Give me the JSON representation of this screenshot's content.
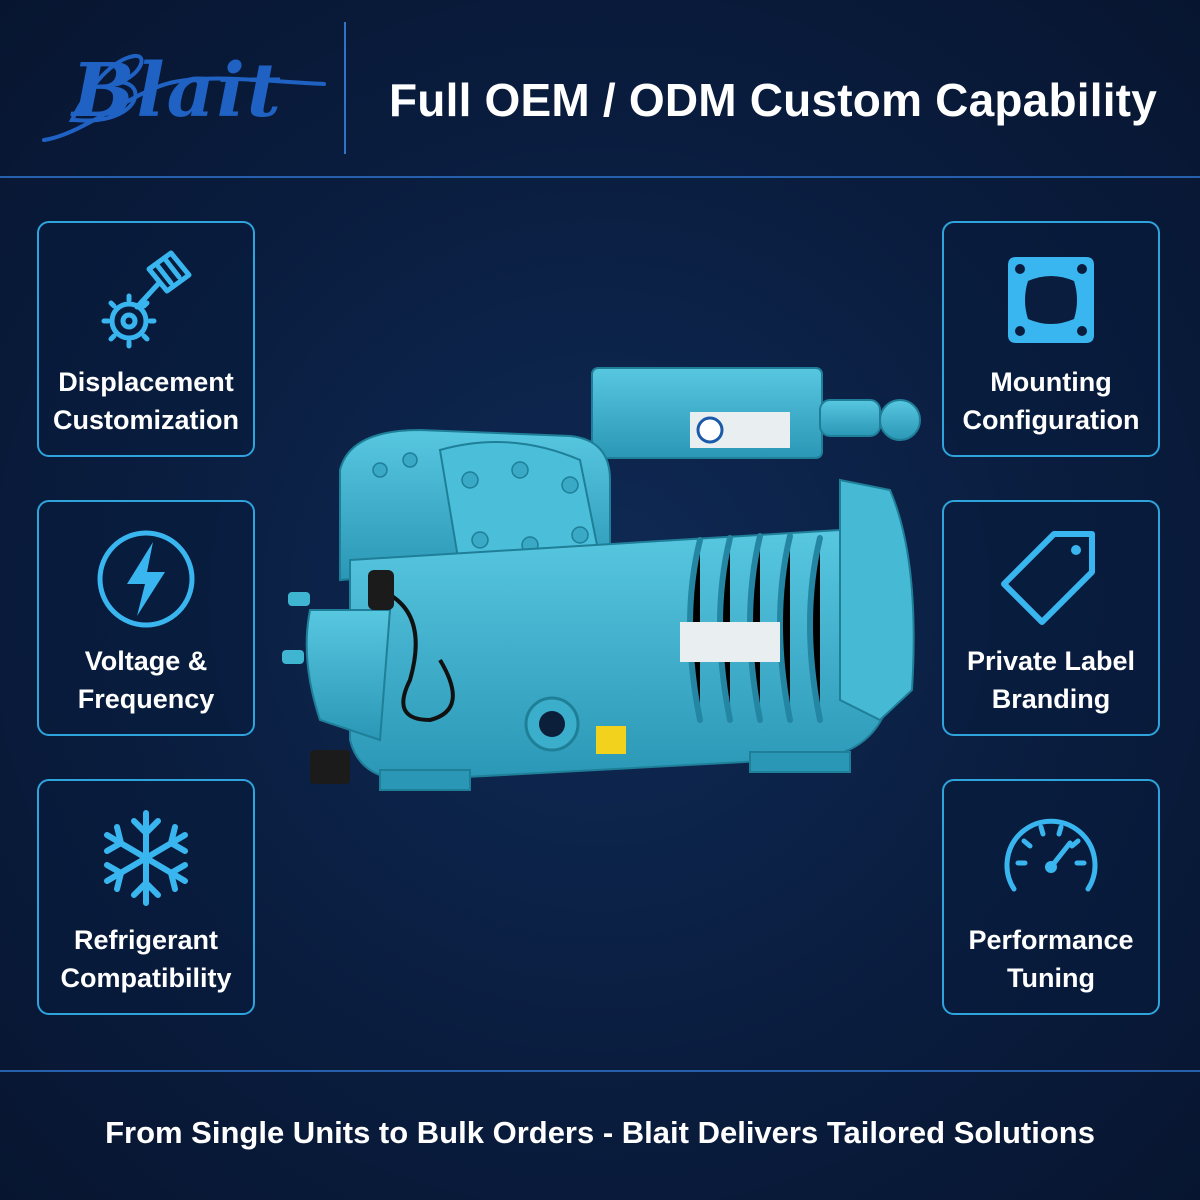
{
  "brand": {
    "logo_text": "Blait"
  },
  "header": {
    "title": "Full OEM / ODM Custom Capability"
  },
  "features": {
    "left": [
      {
        "icon": "piston-gear-icon",
        "line1": "Displacement",
        "line2": "Customization"
      },
      {
        "icon": "lightning-icon",
        "line1": "Voltage &",
        "line2": "Frequency"
      },
      {
        "icon": "snowflake-icon",
        "line1": "Refrigerant",
        "line2": "Compatibility"
      }
    ],
    "right": [
      {
        "icon": "mounting-plate-icon",
        "line1": "Mounting",
        "line2": "Configuration"
      },
      {
        "icon": "price-tag-icon",
        "line1": "Private Label",
        "line2": "Branding"
      },
      {
        "icon": "speedometer-icon",
        "line1": "Performance",
        "line2": "Tuning"
      }
    ]
  },
  "product": {
    "image": "semi-hermetic-compressor"
  },
  "footer": {
    "tagline": "From Single Units to Bulk Orders - Blait Delivers Tailored Solutions"
  },
  "colors": {
    "background": "#0a1d3f",
    "accent": "#2fa3dc",
    "icon": "#39b6ef",
    "logo": "#1f62c4",
    "compressor": "#3fb5d2"
  }
}
